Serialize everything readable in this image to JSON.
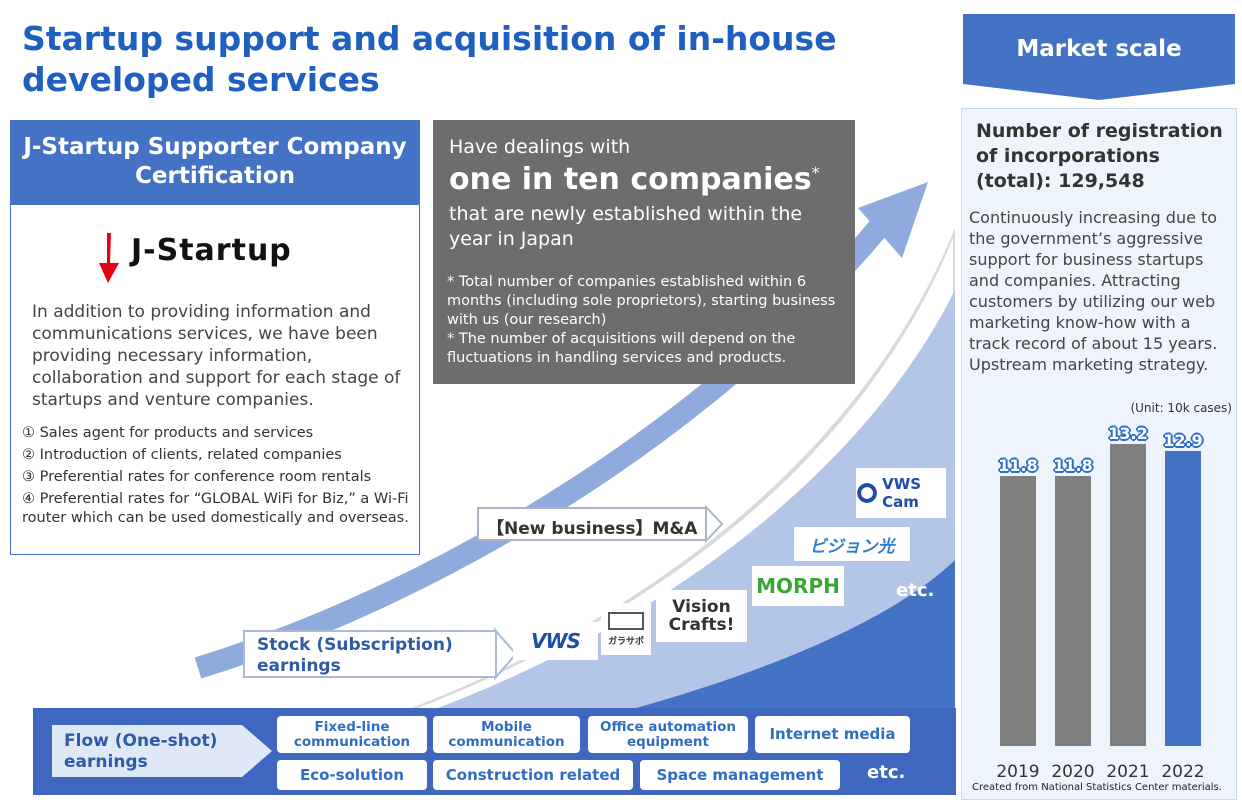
{
  "title": "Startup support and acquisition of in-house developed services",
  "market": {
    "banner": "Market scale",
    "heading": "Number of registration of incorporations (total): 129,548",
    "body": "Continuously increasing due to the government’s aggressive support for business startups and companies. Attracting customers by utilizing our web marketing know-how with a track record of about 15 years. Upstream marketing strategy.",
    "unit": "(Unit: 10k cases)",
    "note": "Created from National Statistics Center materials."
  },
  "chart_data": {
    "type": "bar",
    "categories": [
      "2019",
      "2020",
      "2021",
      "2022"
    ],
    "values": [
      11.8,
      11.8,
      13.2,
      12.9
    ],
    "value_labels": [
      "11.8",
      "11.8",
      "13.2",
      "12.9"
    ],
    "ylabel": "(Unit: 10k cases)",
    "colors": [
      "#7f7f7f",
      "#7f7f7f",
      "#7f7f7f",
      "#4472c4"
    ]
  },
  "certification": {
    "heading": "J-Startup Supporter Company Certification",
    "logo_text": "J-Startup",
    "body": "In addition to providing information and communications services, we have been providing necessary information, collaboration and support for each stage of startups and venture companies.",
    "items": [
      "① Sales agent for products and services",
      "② Introduction of clients, related companies",
      "③ Preferential rates for conference room rentals",
      "④ Preferential rates for “GLOBAL WiFi for Biz,” a Wi-Fi router which can be used domestically and overseas."
    ]
  },
  "dealings": {
    "line1": "Have dealings with",
    "big": "one in ten companies",
    "star": "*",
    "line2": "that are newly established within the year in Japan",
    "note1": "* Total number of companies established within 6 months (including sole proprietors), starting business with us (our research)",
    "note2": "* The number of acquisitions will depend on the fluctuations in handling services and products."
  },
  "new_business": "【New business】M&A",
  "stock_earnings": "Stock (Subscription) earnings",
  "flow_earnings": "Flow (One-shot) earnings",
  "categories": [
    "Fixed-line communication",
    "Mobile communication",
    "Office automation equipment",
    "Internet media",
    "Eco-solution",
    "Construction related",
    "Space management"
  ],
  "etc_bottom": "etc.",
  "etc_logos": "etc.",
  "logos": {
    "vws": "VWS",
    "garasapo": "ガラサポ",
    "vision_crafts": "Vision Crafts!",
    "morph": "MORPH",
    "vision_hikari": "ビジョン光",
    "vws_cam": "VWS Cam"
  },
  "colors": {
    "brand_blue": "#4472c4",
    "title_blue": "#1f5fbf",
    "gray": "#6d6d6d"
  }
}
